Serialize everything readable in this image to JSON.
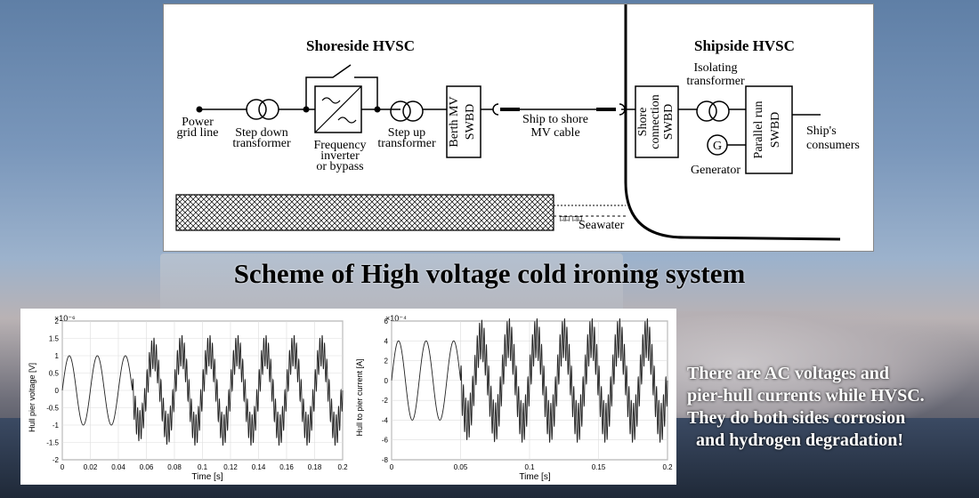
{
  "diagram": {
    "shoreside_title": "Shoreside HVSC",
    "shipside_title": "Shipside HVSC",
    "power_grid": [
      "Power",
      "grid line"
    ],
    "step_down": [
      "Step down",
      "transformer"
    ],
    "freq_inverter": [
      "Frequency",
      "inverter",
      "or bypass"
    ],
    "step_up": [
      "Step up",
      "transformer"
    ],
    "berth_swbd": [
      "Berth MV",
      "SWBD"
    ],
    "cable": [
      "Ship to shore",
      "MV cable"
    ],
    "shore_conn": [
      "Shore",
      "connection",
      "SWBD"
    ],
    "isolating": [
      "Isolating",
      "transformer"
    ],
    "generator_symbol": "G",
    "generator_label": "Generator",
    "parallel_swbd": [
      "Parallel run",
      "SWBD"
    ],
    "consumers": [
      "Ship's",
      "consumers"
    ],
    "seawater": "Seawater"
  },
  "caption": "Scheme of High voltage cold ironing system",
  "chart_data": [
    {
      "type": "line",
      "ylabel": "Hull pier voltage [V]",
      "xlabel": "Time [s]",
      "y_exponent": "×10⁻⁶",
      "xlim": [
        0,
        0.2
      ],
      "ylim": [
        -2,
        2
      ],
      "xticks": [
        "0",
        "0.02",
        "0.04",
        "0.06",
        "0.08",
        "0.1",
        "0.12",
        "0.14",
        "0.16",
        "0.18",
        "0.2"
      ],
      "yticks": [
        "2",
        "1.5",
        "1",
        "0.5",
        "0",
        "-0.5",
        "-1",
        "-1.5",
        "-2"
      ],
      "series": [
        {
          "base_amplitude": 1.0,
          "base_frequency_hz": 50,
          "ripple_start_s": 0.05,
          "ripple_amplitude": 0.45,
          "max_amplitude": 1.6
        }
      ]
    },
    {
      "type": "line",
      "ylabel": "Hull to pier current [A]",
      "xlabel": "Time [s]",
      "y_exponent": "×10⁻⁴",
      "xlim": [
        0,
        0.2
      ],
      "ylim": [
        -8,
        6
      ],
      "xticks": [
        "0",
        "0.05",
        "0.1",
        "0.15",
        "0.2"
      ],
      "yticks": [
        "6",
        "4",
        "2",
        "0",
        "-2",
        "-4",
        "-6",
        "-8"
      ],
      "series": [
        {
          "base_amplitude": 4.0,
          "base_frequency_hz": 50,
          "ripple_start_s": 0.05,
          "ripple_amplitude": 2.0,
          "max_amplitude": 6.3
        }
      ]
    }
  ],
  "note": [
    "There are AC voltages and",
    "pier-hull currents while HVSC.",
    "They do both sides corrosion",
    "  and hydrogen degradation!"
  ]
}
